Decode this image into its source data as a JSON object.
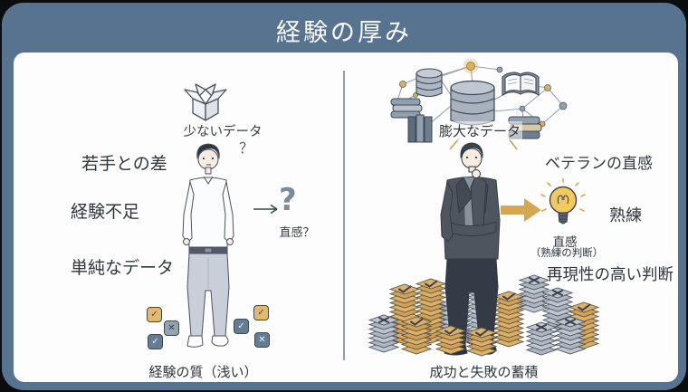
{
  "title": "経験の厚み",
  "left": {
    "few_data": "少ないデータ",
    "gap_young": "若手との差",
    "lack_exp": "経験不足",
    "simple_data": "単純なデータ",
    "head_q": "？",
    "big_q": "?",
    "intuition_q": "直感？",
    "caption": "経験の質（浅い）"
  },
  "right": {
    "huge_data": "膨大なデータ",
    "veteran_intuition": "ベテランの直感",
    "mastery": "熟練",
    "intuition": "直感",
    "intuition_note": "（熟練の判断）",
    "reproducible": "再現性の高い判断",
    "caption": "成功と失敗の蓄積"
  },
  "icons": {
    "check": "✓",
    "cross": "✕"
  },
  "colors": {
    "frame": "#587390",
    "panel": "#fdfdfe",
    "gold": "#ddb269",
    "slate": "#647d95",
    "text": "#30363e",
    "bulb": "#f2c95f"
  }
}
